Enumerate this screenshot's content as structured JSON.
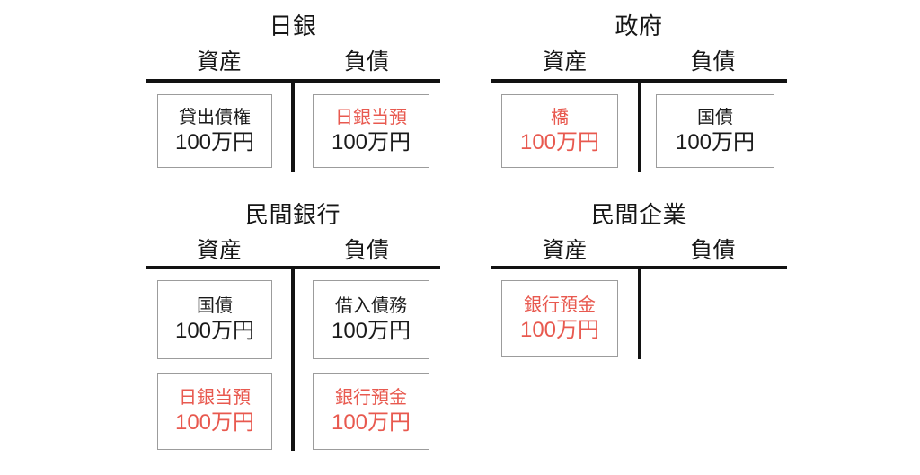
{
  "theme": {
    "background": "#ffffff",
    "rule_color": "#121212",
    "box_border": "#9c9c9c",
    "text_black": "#1a1a1a",
    "text_red": "#e8594f"
  },
  "amount_value": "100万円",
  "groups": [
    {
      "id": "boj",
      "title": "日銀",
      "assets_head": "資産",
      "liabilities_head": "負債",
      "assets": [
        {
          "label": "貸出債権",
          "amount": "100万円",
          "label_color": "black",
          "amount_color": "black"
        }
      ],
      "liabilities": [
        {
          "label": "日銀当預",
          "amount": "100万円",
          "label_color": "red",
          "amount_color": "black"
        }
      ]
    },
    {
      "id": "government",
      "title": "政府",
      "assets_head": "資産",
      "liabilities_head": "負債",
      "assets": [
        {
          "label": "橋",
          "amount": "100万円",
          "label_color": "red",
          "amount_color": "red"
        }
      ],
      "liabilities": [
        {
          "label": "国債",
          "amount": "100万円",
          "label_color": "black",
          "amount_color": "black"
        }
      ]
    },
    {
      "id": "private-bank",
      "title": "民間銀行",
      "assets_head": "資産",
      "liabilities_head": "負債",
      "assets": [
        {
          "label": "国債",
          "amount": "100万円",
          "label_color": "black",
          "amount_color": "black"
        },
        {
          "label": "日銀当預",
          "amount": "100万円",
          "label_color": "red",
          "amount_color": "red"
        }
      ],
      "liabilities": [
        {
          "label": "借入債務",
          "amount": "100万円",
          "label_color": "black",
          "amount_color": "black"
        },
        {
          "label": "銀行預金",
          "amount": "100万円",
          "label_color": "red",
          "amount_color": "red"
        }
      ]
    },
    {
      "id": "private-company",
      "title": "民間企業",
      "assets_head": "資産",
      "liabilities_head": "負債",
      "assets": [
        {
          "label": "銀行預金",
          "amount": "100万円",
          "label_color": "red",
          "amount_color": "red"
        }
      ],
      "liabilities": []
    }
  ]
}
